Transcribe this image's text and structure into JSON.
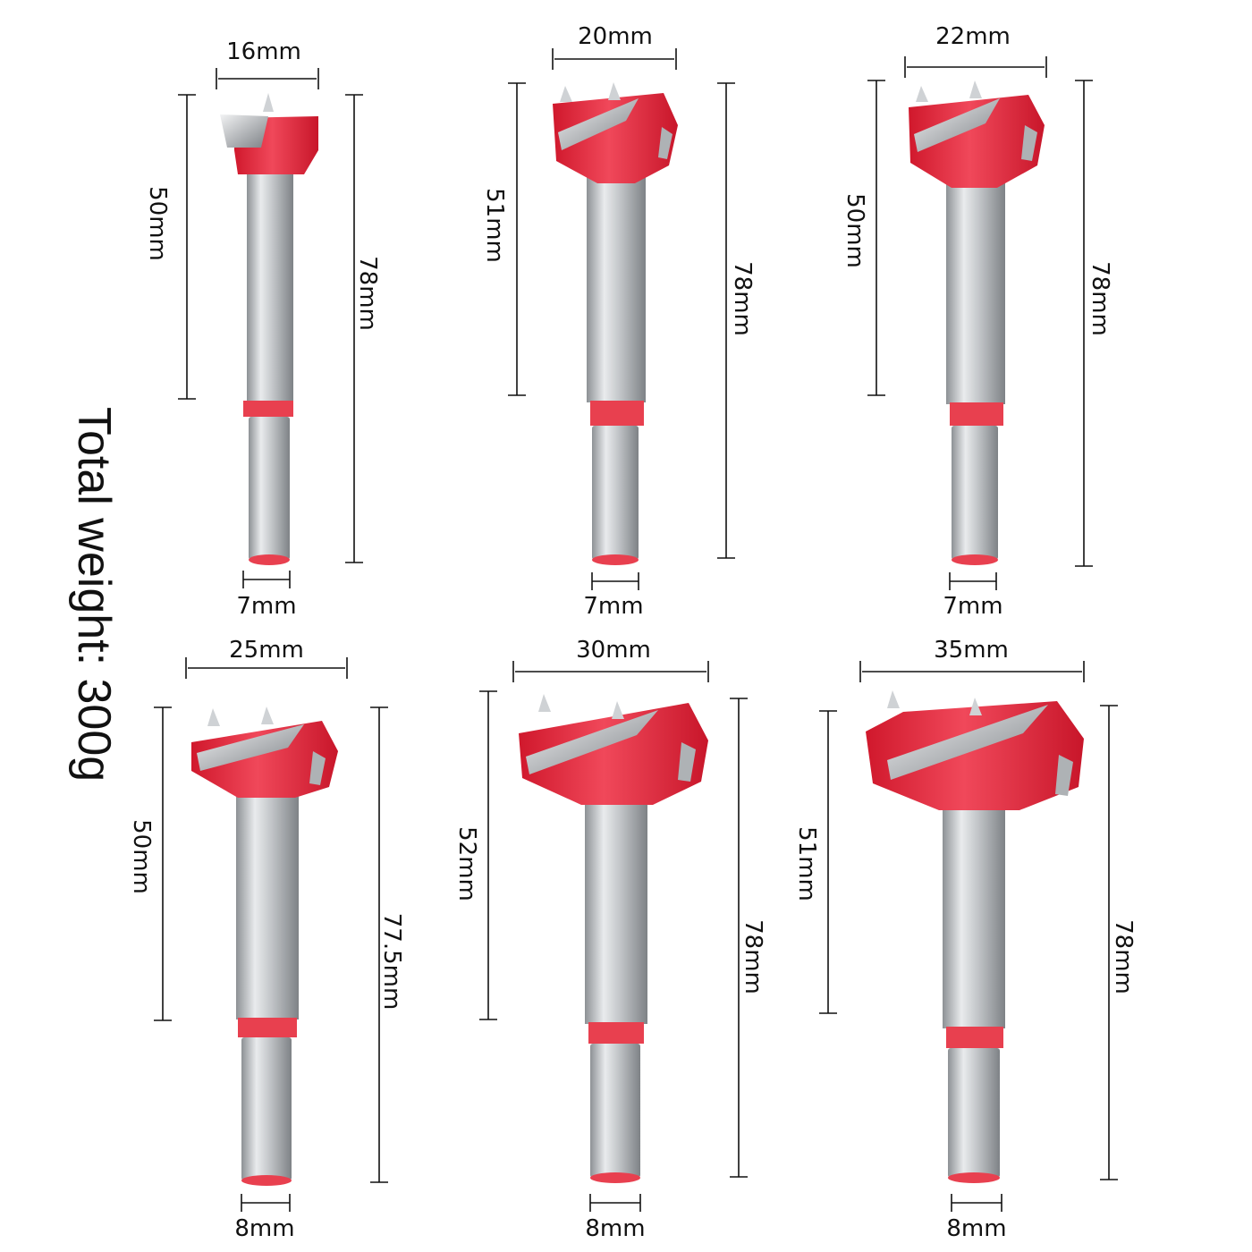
{
  "total_weight": "Total weight: 300g",
  "colors": {
    "head": "#e5283c",
    "head_dark": "#c41c30",
    "steel": "#b9bcbf",
    "steel_light": "#e8eaec",
    "band": "#e8404f"
  },
  "bits": [
    {
      "head_width": "16mm",
      "cut_depth": "50mm",
      "total_length": "78mm",
      "shank": "7mm"
    },
    {
      "head_width": "20mm",
      "cut_depth": "51mm",
      "total_length": "78mm",
      "shank": "7mm"
    },
    {
      "head_width": "22mm",
      "cut_depth": "50mm",
      "total_length": "78mm",
      "shank": "7mm"
    },
    {
      "head_width": "25mm",
      "cut_depth": "50mm",
      "total_length": "77.5mm",
      "shank": "8mm"
    },
    {
      "head_width": "30mm",
      "cut_depth": "52mm",
      "total_length": "78mm",
      "shank": "8mm"
    },
    {
      "head_width": "35mm",
      "cut_depth": "51mm",
      "total_length": "78mm",
      "shank": "8mm"
    }
  ]
}
